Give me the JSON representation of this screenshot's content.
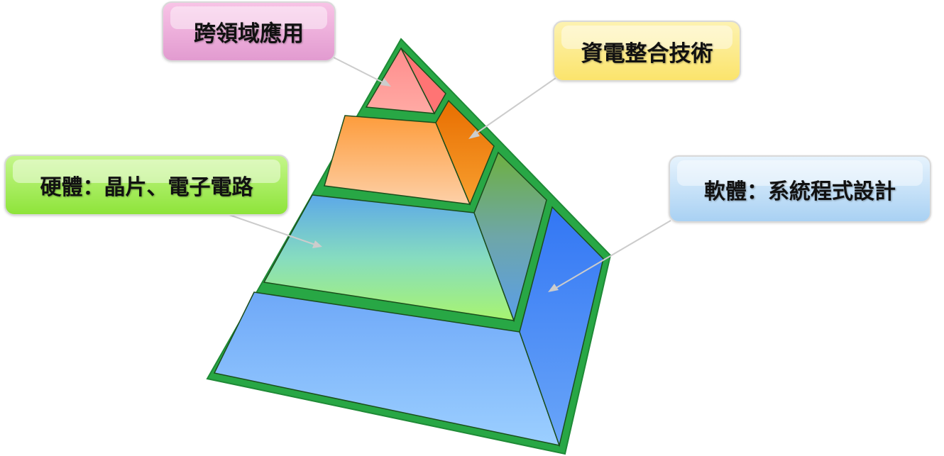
{
  "labels": {
    "cross_domain_apps": "跨領域應用",
    "it_integration": "資電整合技術",
    "hardware": "硬體：晶片、電子電路",
    "software": "軟體：系統程式設計"
  },
  "colors": {
    "pyramid_outline": "#28a745",
    "apex_tier": "#ff9393",
    "second_tier": "#fda84d",
    "third_tier_top": "#5aaae8",
    "third_tier_bottom": "#a2f26a",
    "base_tier": "#7ab6ff",
    "side_blue": "#3a7ff6",
    "callout_pink": "#eeb0dc",
    "callout_yellow": "#fbe87f",
    "callout_green": "#a6ec55",
    "callout_blue": "#c4e0f8"
  }
}
